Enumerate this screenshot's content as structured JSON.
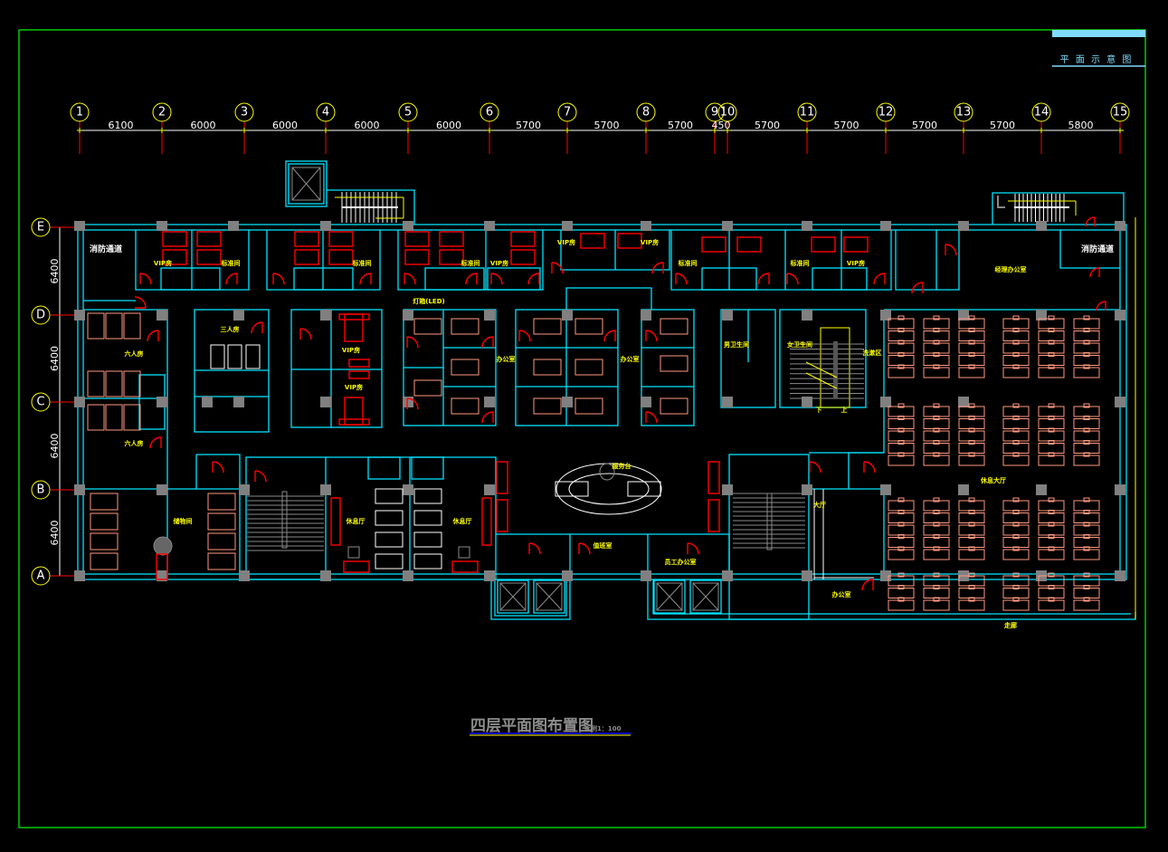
{
  "title_block": {
    "label": "平 面 示 意 图",
    "accent_color": "#7fdbff"
  },
  "drawing_title": {
    "main": "四层平面图布置图",
    "scale": "比例1：100"
  },
  "colors": {
    "frame": "#00ff00",
    "wall": "#00e5ff",
    "column": "#808080",
    "door": "#ff0000",
    "furniture": "#ff9980",
    "label": "#ffff00",
    "axis_bubble": "#ffff00"
  },
  "grid_axes": {
    "horizontal": [
      {
        "label": "1"
      },
      {
        "label": "2"
      },
      {
        "label": "3"
      },
      {
        "label": "4"
      },
      {
        "label": "5"
      },
      {
        "label": "6"
      },
      {
        "label": "7"
      },
      {
        "label": "8"
      },
      {
        "label": "9"
      },
      {
        "label": "10"
      },
      {
        "label": "11"
      },
      {
        "label": "12"
      },
      {
        "label": "13"
      },
      {
        "label": "14"
      },
      {
        "label": "15"
      }
    ],
    "horizontal_dims": [
      "6100",
      "6000",
      "6000",
      "6000",
      "6000",
      "5700",
      "5700",
      "5700",
      "450",
      "5700",
      "5700",
      "5700",
      "5700",
      "5800"
    ],
    "vertical": [
      {
        "label": "E"
      },
      {
        "label": "D"
      },
      {
        "label": "C"
      },
      {
        "label": "B"
      },
      {
        "label": "A"
      }
    ],
    "vertical_dims": [
      "6400",
      "6400",
      "6400",
      "6400"
    ]
  },
  "rooms": {
    "fire_exit_left": "消防通道",
    "fire_exit_right": "消防通道",
    "vip_1": "VIP房",
    "std_1": "标准间",
    "vip_2": "VIP房",
    "std_2": "标准间",
    "std_3": "标准间",
    "vip_3": "VIP房",
    "vip_4": "VIP房",
    "std_4": "标准间",
    "std_5": "标准间",
    "vip_5": "VIP房",
    "six_person_1": "六人房",
    "six_person_2": "六人房",
    "triple": "三人房",
    "vip_6": "VIP房",
    "vip_7": "VIP房",
    "office_1": "办公室",
    "office_2": "办公室",
    "wash_area": "洗漱区",
    "rest_1": "休息厅",
    "rest_2": "休息厅",
    "service": "服务台",
    "duty": "值班室",
    "staff_office": "员工办公室",
    "hall": "大厅",
    "storage": "储物间",
    "lounge_room": "休息大厅",
    "corridor": "走廊",
    "manager": "经理办公室",
    "light_box": "灯箱(LED)",
    "mens": "男卫生间",
    "womens": "女卫生间",
    "stair_up": "上",
    "stair_down": "下"
  }
}
